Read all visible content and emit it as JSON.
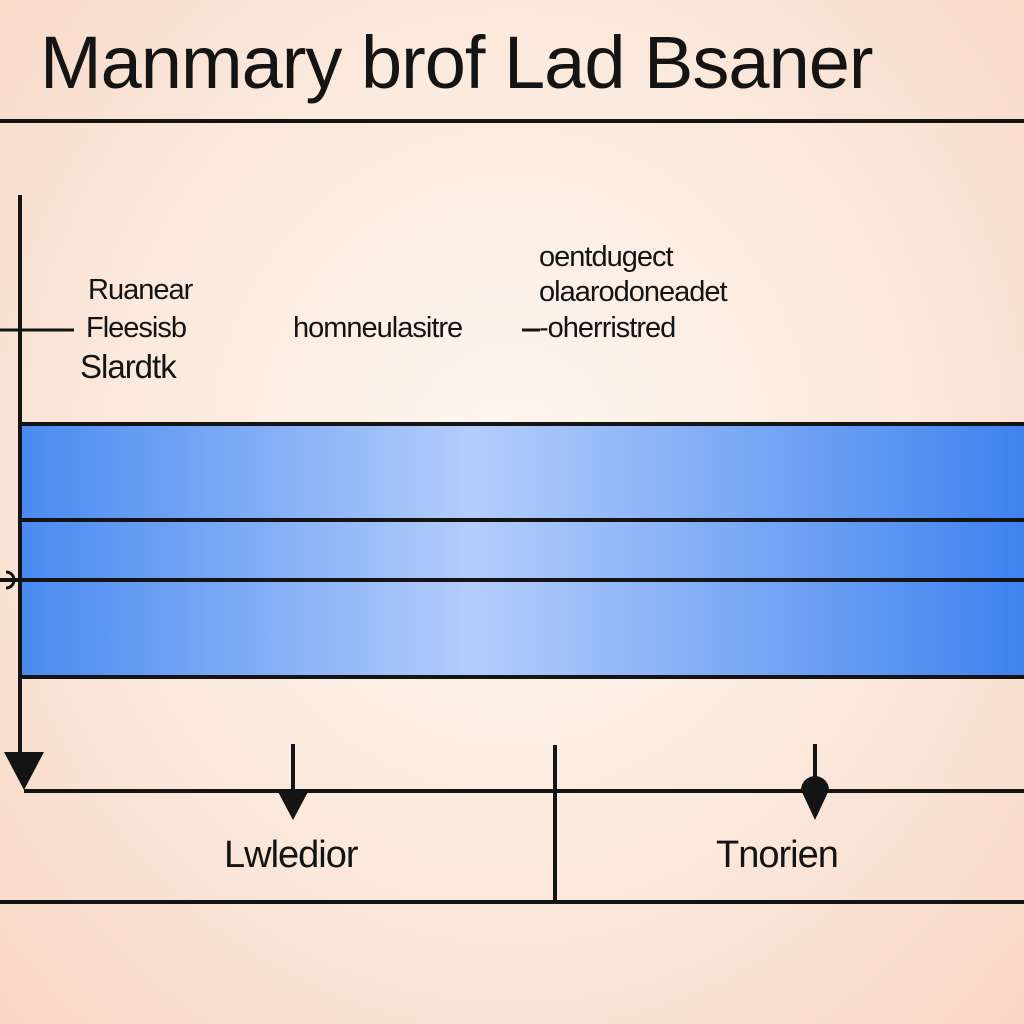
{
  "title": "Manmary brof Lad Bsaner",
  "left_labels": [
    "Ruanear",
    "Fleesisb",
    "Slardtk"
  ],
  "middle_label": "homneulasitre",
  "right_labels": [
    "oentdugect",
    "olaarodoneadet",
    "-oherristred"
  ],
  "bottom_labels": [
    "Lwledior",
    "Tnorien"
  ],
  "colors": {
    "band_center": "#b4cdfb",
    "band_edge": "#3f82ef",
    "line": "#141414",
    "background": "#fbe9dc"
  },
  "icons": [
    "down-arrow-icon",
    "down-arrow-icon",
    "pin-marker-icon"
  ]
}
